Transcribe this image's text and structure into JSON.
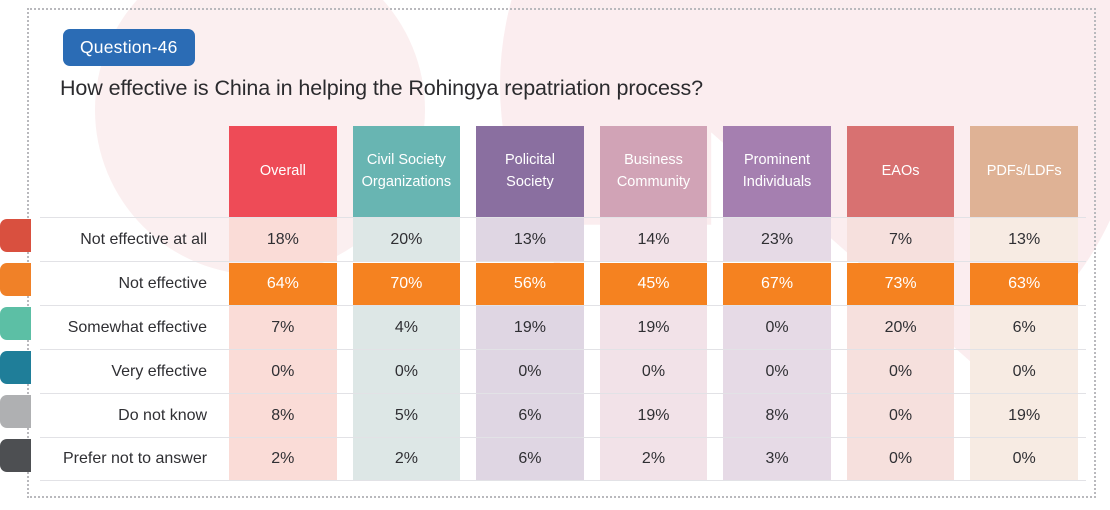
{
  "badge": {
    "label": "Question-46",
    "color": "#2B6CB5"
  },
  "title": "How effective is China in helping the Rohingya repatriation process?",
  "swatches": [
    {
      "name": "swatch-red",
      "color": "#D9503F"
    },
    {
      "name": "swatch-orange",
      "color": "#F08128"
    },
    {
      "name": "swatch-green",
      "color": "#5CBFA5"
    },
    {
      "name": "swatch-teal",
      "color": "#1F7E99"
    },
    {
      "name": "swatch-gray",
      "color": "#AFB0B2"
    },
    {
      "name": "swatch-dark",
      "color": "#4D4F52"
    }
  ],
  "highlight_color": "#F58220",
  "chart_data": {
    "type": "table",
    "title": "How effective is China in helping the Rohingya repatriation process?",
    "row_header_label": "",
    "categories": [
      "Overall",
      "Civil Society Organizations",
      "Policital Society",
      "Business Community",
      "Prominent Individuals",
      "EAOs",
      "PDFs/LDFs"
    ],
    "column_colors": [
      "#EE4B57",
      "#68B5B2",
      "#8A6FA0",
      "#D1A3B6",
      "#A57FB0",
      "#D87171",
      "#DFB295"
    ],
    "column_tints": [
      "#FADCD7",
      "#DDE7E6",
      "#DFD6E3",
      "#F2E2E8",
      "#E6DAE6",
      "#F6E0DD",
      "#F7EBE3"
    ],
    "rows": [
      "Not effective at all",
      "Not effective",
      "Somewhat effective",
      "Very effective",
      "Do not know",
      "Prefer not to answer"
    ],
    "series": [
      {
        "name": "Not effective at all",
        "values": [
          "18%",
          "20%",
          "13%",
          "14%",
          "23%",
          "7%",
          "13%"
        ]
      },
      {
        "name": "Not effective",
        "values": [
          "64%",
          "70%",
          "56%",
          "45%",
          "67%",
          "73%",
          "63%"
        ]
      },
      {
        "name": "Somewhat effective",
        "values": [
          "7%",
          "4%",
          "19%",
          "19%",
          "0%",
          "20%",
          "6%"
        ]
      },
      {
        "name": "Very effective",
        "values": [
          "0%",
          "0%",
          "0%",
          "0%",
          "0%",
          "0%",
          "0%"
        ]
      },
      {
        "name": "Do not know",
        "values": [
          "8%",
          "5%",
          "6%",
          "19%",
          "8%",
          "0%",
          "19%"
        ]
      },
      {
        "name": "Prefer not to answer",
        "values": [
          "2%",
          "2%",
          "6%",
          "2%",
          "3%",
          "0%",
          "0%"
        ]
      }
    ],
    "highlighted_row": 1,
    "units": "percent"
  }
}
